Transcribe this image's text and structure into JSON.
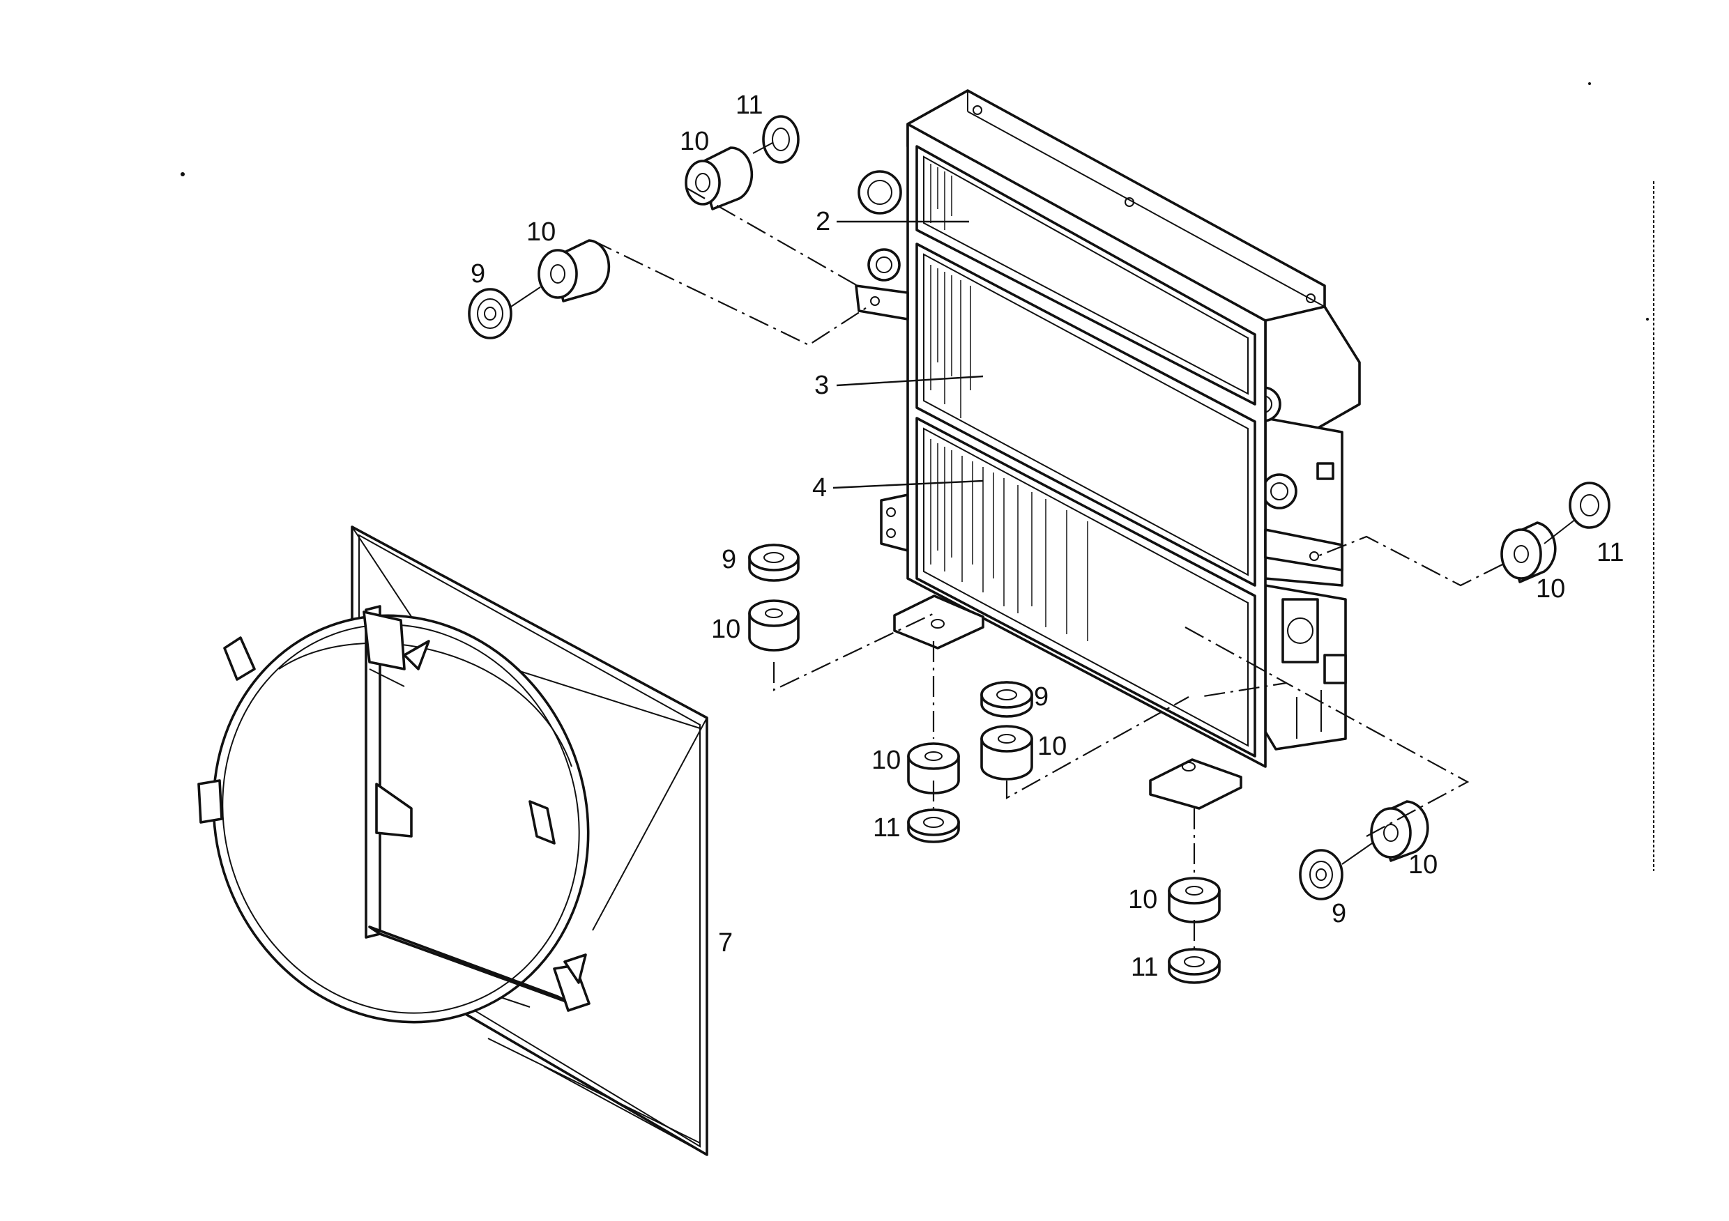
{
  "labels": {
    "p2": "2",
    "p3": "3",
    "p4": "4",
    "p7": "7",
    "p9": "9",
    "p10": "10",
    "p11": "11"
  }
}
